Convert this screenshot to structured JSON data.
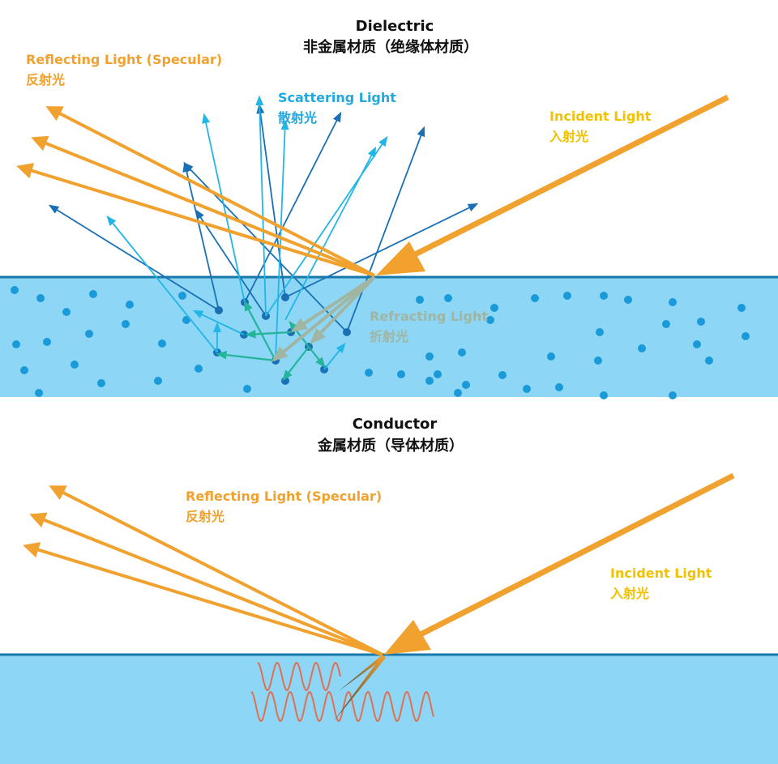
{
  "dielectric": {
    "title": "Dielectric",
    "subtitle": "非金属材质（绝缘体材质）",
    "reflect_label": "Reflecting Light (Specular)",
    "reflect_label_cn": "反射光",
    "scatter_label": "Scattering Light",
    "scatter_label_cn": "散射光",
    "incident_label": "Incident Light",
    "incident_label_cn": "入射光",
    "refract_label": "Refracting Light",
    "refract_label_cn": "折射光"
  },
  "conductor": {
    "title": "Conductor",
    "subtitle": "金属材质（导体材质）",
    "reflect_label": "Reflecting Light (Specular)",
    "reflect_label_cn": "反射光",
    "incident_label": "Incident Light",
    "incident_label_cn": "入射光"
  },
  "colors": {
    "orange": "#f0a12e",
    "yellow": "#f2c200",
    "dark_blue": "#1a70b5",
    "light_blue": "#22b6e6",
    "teal": "#22b59a",
    "grey": "#a0b5a2",
    "medium": "#8dd6f5",
    "surface": "#1778aa",
    "wave": "#e0704f"
  }
}
